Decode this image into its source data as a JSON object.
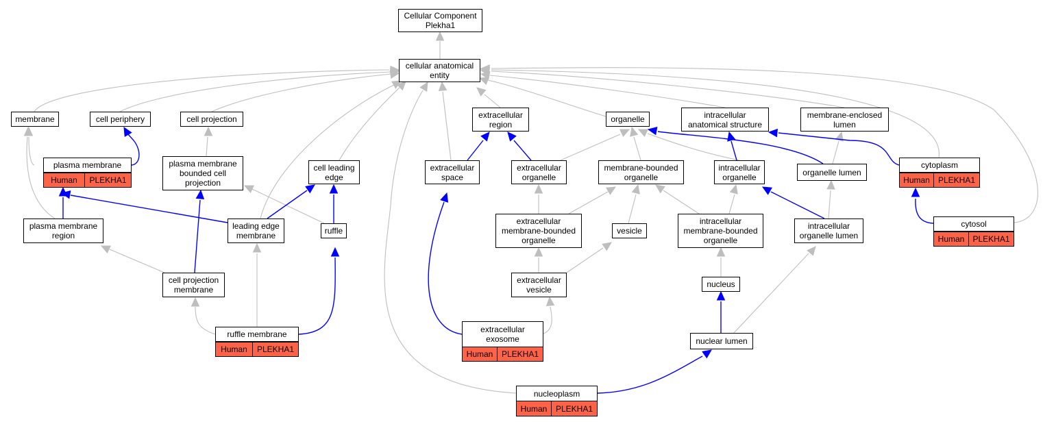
{
  "colors": {
    "is_a": "#bebebe",
    "part_of": "#0000ff",
    "annotation": "#ff6347"
  },
  "nodes": {
    "root": "Cellular Component\nPlekha1",
    "cae": "cellular anatomical\nentity",
    "membrane": "membrane",
    "cell_periphery": "cell periphery",
    "cell_projection": "cell projection",
    "extracellular_region": "extracellular\nregion",
    "organelle": "organelle",
    "intracellular_anatomical_structure": "intracellular\nanatomical structure",
    "membrane_enclosed_lumen": "membrane-enclosed\nlumen",
    "plasma_membrane": "plasma membrane",
    "pm_bounded_cell_projection": "plasma membrane\nbounded cell\nprojection",
    "cell_leading_edge": "cell leading\nedge",
    "extracellular_space": "extracellular\nspace",
    "extracellular_organelle": "extracellular\norganelle",
    "membrane_bounded_organelle": "membrane-bounded\norganelle",
    "intracellular_organelle": "intracellular\norganelle",
    "organelle_lumen": "organelle lumen",
    "cytoplasm": "cytoplasm",
    "plasma_membrane_region": "plasma membrane\nregion",
    "leading_edge_membrane": "leading edge\nmembrane",
    "ruffle": "ruffle",
    "extracellular_mb_organelle": "extracellular\nmembrane-bounded\norganelle",
    "vesicle": "vesicle",
    "intracellular_mb_organelle": "intracellular\nmembrane-bounded\norganelle",
    "intracellular_organelle_lumen": "intracellular\norganelle lumen",
    "cytosol": "cytosol",
    "cell_projection_membrane": "cell projection\nmembrane",
    "extracellular_vesicle": "extracellular\nvesicle",
    "nucleus": "nucleus",
    "ruffle_membrane": "ruffle membrane",
    "extracellular_exosome": "extracellular\nexosome",
    "nuclear_lumen": "nuclear lumen",
    "nucleoplasm": "nucleoplasm"
  },
  "annotation_tags": {
    "species": "Human",
    "gene": "PLEKHA1"
  }
}
